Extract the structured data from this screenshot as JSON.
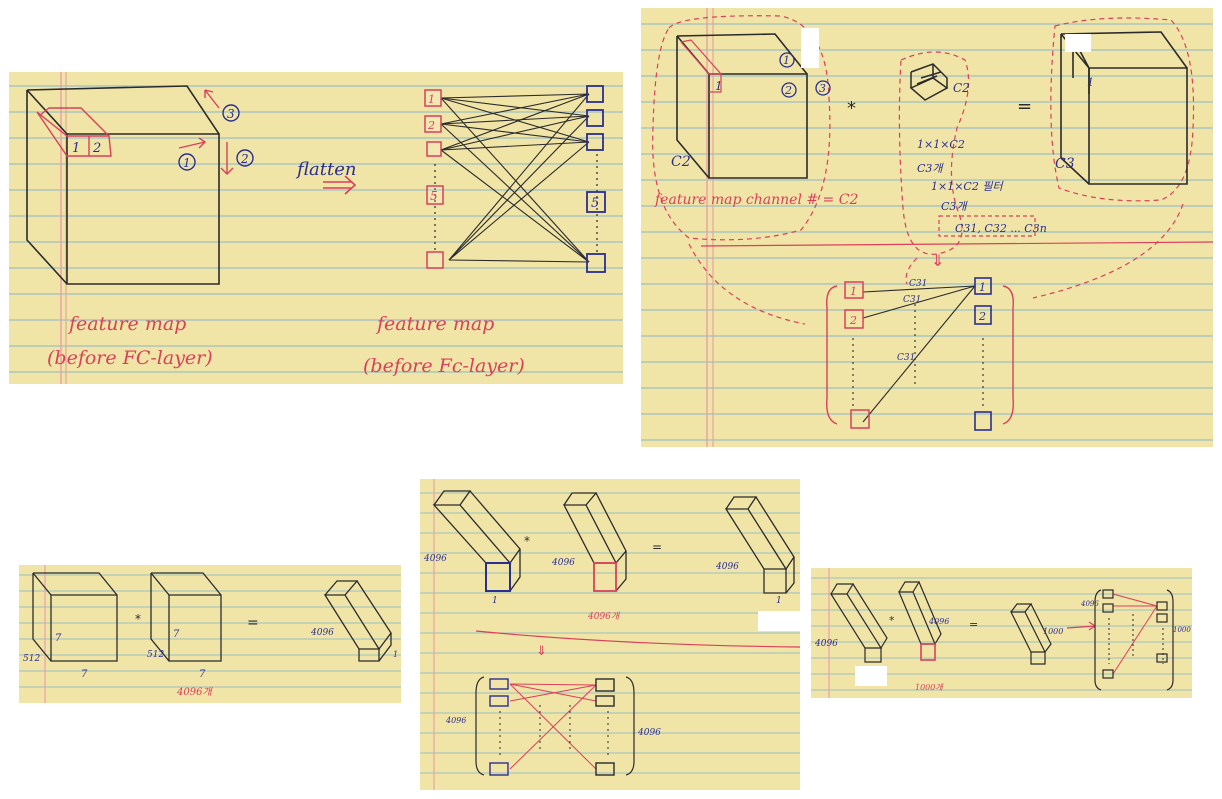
{
  "colors": {
    "paper": "#f1e4a7",
    "ruled_line": "#9cbfc2",
    "margin_line": "#e7a4a6",
    "ink_black": "#2b2b2b",
    "ink_red": "#d9405b",
    "ink_blue": "#2a2f8f"
  },
  "panel1": {
    "box_numbers": [
      "1",
      "2"
    ],
    "step_numbers": [
      "3",
      "1",
      "2"
    ],
    "flatten_label": "flatten",
    "left_nodes": [
      "1",
      "2",
      "",
      "5",
      ""
    ],
    "right_nodes": [
      "",
      "",
      "",
      "5",
      ""
    ],
    "caption_left_line1": "feature map",
    "caption_left_line2": "(before FC-layer)",
    "caption_right_line1": "feature map",
    "caption_right_line2": "(before Fc-layer)"
  },
  "panel2": {
    "cube_corner": "1",
    "cube_channel": "C2",
    "step_numbers": [
      "1",
      "2",
      "3"
    ],
    "operator_star": "*",
    "filter_label": "C2",
    "equals": "=",
    "result_channel": "C3",
    "result_corner": "1",
    "note_filter_size": "1×1×C2",
    "note_count_1": "C3개",
    "note_filter_desc": "1×1×C2 필터",
    "note_count_2": "C3개",
    "note_list": "C31, C32 ... C3n",
    "caption": "feature map channel # = C2",
    "arrow_down": "⇓",
    "left_nodes": [
      "1",
      "2",
      ""
    ],
    "right_nodes": [
      "1",
      "2",
      ""
    ],
    "weight_labels": [
      "C31",
      "C31",
      "C31"
    ]
  },
  "panel3": {
    "depth_1": "512",
    "side_1": "7",
    "bottom_1": "7",
    "operator_star": "*",
    "depth_2": "512",
    "side_2": "7",
    "bottom_2": "7",
    "equals": "=",
    "count_label": "4096개",
    "result_depth": "4096",
    "result_side": "1"
  },
  "panel4": {
    "depth_1": "4096",
    "bottom_1": "1",
    "operator_star": "*",
    "depth_2": "4096",
    "count_label": "4096개",
    "equals": "=",
    "depth_3": "4096",
    "bottom_3": "1",
    "arrow_down": "⇓",
    "left_size": "4096",
    "right_size": "4096"
  },
  "panel5": {
    "depth_1": "4096",
    "operator_star": "*",
    "depth_2": "4096",
    "count_label": "1000개",
    "equals": "=",
    "depth_3": "1000",
    "left_size": "4096",
    "right_size": "1000"
  }
}
